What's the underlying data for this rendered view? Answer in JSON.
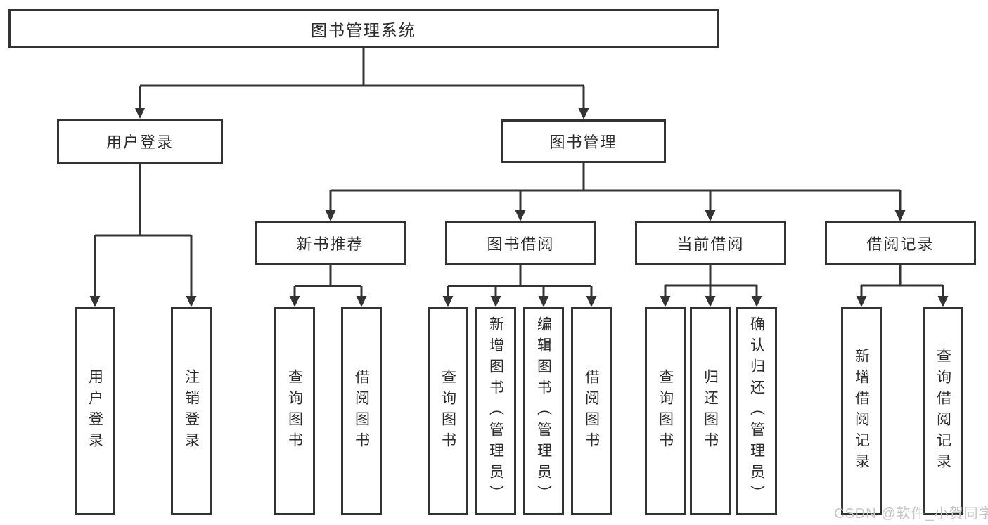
{
  "diagram": {
    "title": "图书管理系统",
    "branches": [
      {
        "label": "用户登录",
        "children": [
          {
            "label": "用户登录"
          },
          {
            "label": "注销登录"
          }
        ]
      },
      {
        "label": "图书管理",
        "children": [
          {
            "label": "新书推荐",
            "children": [
              {
                "label": "查询图书"
              },
              {
                "label": "借阅图书"
              }
            ]
          },
          {
            "label": "图书借阅",
            "children": [
              {
                "label": "查询图书"
              },
              {
                "label": "新增图书（管理员）"
              },
              {
                "label": "编辑图书（管理员）"
              },
              {
                "label": "借阅图书"
              }
            ]
          },
          {
            "label": "当前借阅",
            "children": [
              {
                "label": "查询图书"
              },
              {
                "label": "归还图书"
              },
              {
                "label": "确认归还（管理员）"
              }
            ]
          },
          {
            "label": "借阅记录",
            "children": [
              {
                "label": "新增借阅记录"
              },
              {
                "label": "查询借阅记录"
              }
            ]
          }
        ]
      }
    ]
  },
  "watermark": {
    "text": "CSDN @软件_小贺同学"
  },
  "colors": {
    "line": "#333333",
    "text": "#2b2b2b",
    "box_fill": "#ffffff",
    "background": "#ffffff",
    "watermark": "#c6c6c6"
  }
}
